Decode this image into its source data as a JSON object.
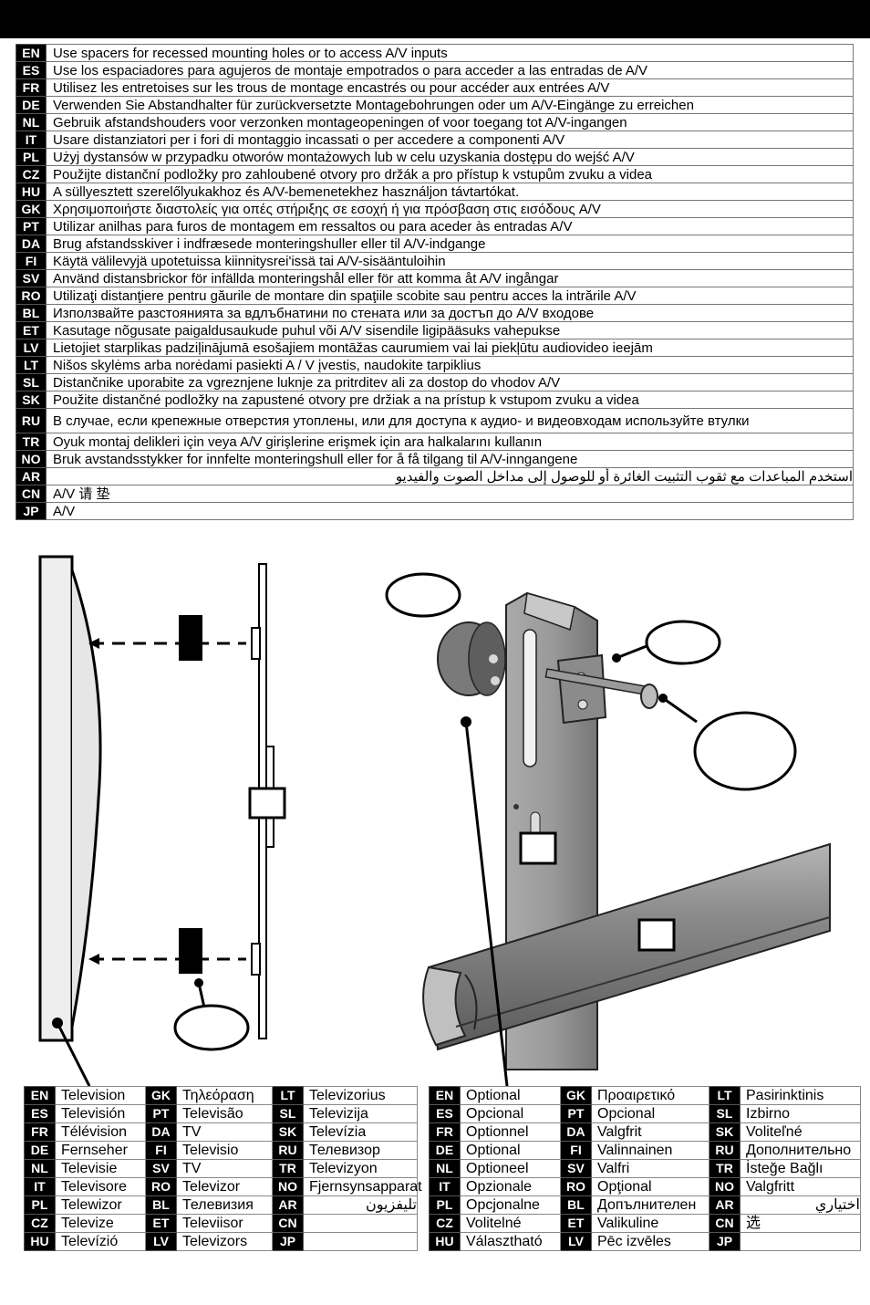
{
  "instructions": [
    {
      "code": "EN",
      "text": "Use spacers for recessed mounting holes or to access A/V inputs"
    },
    {
      "code": "ES",
      "text": "Use los espaciadores para agujeros de montaje empotrados o para acceder a las entradas de A/V"
    },
    {
      "code": "FR",
      "text": "Utilisez les entretoises sur les trous de montage encastrés ou pour accéder aux entrées A/V"
    },
    {
      "code": "DE",
      "text": "Verwenden Sie Abstandhalter für zurückversetzte Montagebohrungen oder um A/V-Eingänge zu erreichen"
    },
    {
      "code": "NL",
      "text": "Gebruik afstandshouders voor verzonken montageopeningen of voor toegang tot A/V-ingangen"
    },
    {
      "code": "IT",
      "text": "Usare distanziatori per i fori di montaggio incassati o per accedere a componenti A/V"
    },
    {
      "code": "PL",
      "text": "Użyj dystansów w przypadku otworów montażowych lub w celu uzyskania dostępu do wejść A/V"
    },
    {
      "code": "CZ",
      "text": "Použijte distanční podložky pro zahloubené otvory pro držák a pro přístup k vstupům zvuku a videa"
    },
    {
      "code": "HU",
      "text": "A süllyesztett szerelőlyukakhoz és A/V-bemenetekhez használjon távtartókat."
    },
    {
      "code": "GK",
      "text": "Χρησιμοποιήστε διαστολείς για οπές στήριξης σε εσοχή ή για πρόσβαση στις εισόδους A/V"
    },
    {
      "code": "PT",
      "text": "Utilizar anilhas para furos de montagem em ressaltos ou para aceder às entradas A/V"
    },
    {
      "code": "DA",
      "text": "Brug afstandsskiver i indfræsede monteringshuller eller til A/V-indgange"
    },
    {
      "code": "FI",
      "text": "Käytä välilevyjä upotetuissa kiinnitysrei'issä tai A/V-sisääntuloihin"
    },
    {
      "code": "SV",
      "text": "Använd distansbrickor för infällda monteringshål eller för att komma åt A/V ingångar"
    },
    {
      "code": "RO",
      "text": "Utilizaţi distanţiere pentru găurile de montare din spaţiile scobite sau pentru acces la intrările A/V"
    },
    {
      "code": "BL",
      "text": "Използвайте разстоянията за вдлъбнатини по стената или за достъп до A/V входове"
    },
    {
      "code": "ET",
      "text": "Kasutage nõgusate paigaldusaukude puhul või A/V sisendile ligipääsuks vahepukse"
    },
    {
      "code": "LV",
      "text": "Lietojiet starplikas padziļinājumā esošajiem montāžas caurumiem vai lai piekļūtu audiovideo ieejām"
    },
    {
      "code": "LT",
      "text": "Nišos skylėms arba norėdami pasiekti A / V įvestis, naudokite tarpiklius"
    },
    {
      "code": "SL",
      "text": "Distančnike uporabite za vgreznjene luknje za pritrditev ali za dostop do vhodov A/V"
    },
    {
      "code": "SK",
      "text": "Použite distančné podložky na zapustené otvory pre držiak a na prístup k vstupom zvuku a videa"
    },
    {
      "code": "RU",
      "text": "В случае, если крепежные отверстия утоплены, или для доступа к аудио- и видеовходам используйте втулки"
    },
    {
      "code": "TR",
      "text": "Oyuk montaj delikleri için veya A/V girişlerine erişmek için ara halkalarını kullanın"
    },
    {
      "code": "NO",
      "text": "Bruk avstandsstykker for innfelte monteringshull eller for å få tilgang til A/V-inngangene"
    },
    {
      "code": "AR",
      "text": "استخدم المباعدات مع ثقوب التثبيت الغائرة أو للوصول إلى مداخل الصوت والفيديو"
    },
    {
      "code": "CN",
      "text": "A/V          请      垫"
    },
    {
      "code": "JP",
      "text": "A/V"
    }
  ],
  "television_terms": [
    [
      {
        "code": "EN",
        "text": "Television"
      },
      {
        "code": "GK",
        "text": "Τηλεόραση"
      },
      {
        "code": "LT",
        "text": "Televizorius"
      }
    ],
    [
      {
        "code": "ES",
        "text": "Televisión"
      },
      {
        "code": "PT",
        "text": "Televisão"
      },
      {
        "code": "SL",
        "text": "Televizija"
      }
    ],
    [
      {
        "code": "FR",
        "text": "Télévision"
      },
      {
        "code": "DA",
        "text": "TV"
      },
      {
        "code": "SK",
        "text": "Televízia"
      }
    ],
    [
      {
        "code": "DE",
        "text": "Fernseher"
      },
      {
        "code": "FI",
        "text": "Televisio"
      },
      {
        "code": "RU",
        "text": "Телевизор"
      }
    ],
    [
      {
        "code": "NL",
        "text": "Televisie"
      },
      {
        "code": "SV",
        "text": "TV"
      },
      {
        "code": "TR",
        "text": "Televizyon"
      }
    ],
    [
      {
        "code": "IT",
        "text": "Televisore"
      },
      {
        "code": "RO",
        "text": "Televizor"
      },
      {
        "code": "NO",
        "text": "Fjernsynsapparat"
      }
    ],
    [
      {
        "code": "PL",
        "text": "Telewizor"
      },
      {
        "code": "BL",
        "text": "Телевизия"
      },
      {
        "code": "AR",
        "text": "تليفزيون"
      }
    ],
    [
      {
        "code": "CZ",
        "text": "Televize"
      },
      {
        "code": "ET",
        "text": "Televiisor"
      },
      {
        "code": "CN",
        "text": ""
      }
    ],
    [
      {
        "code": "HU",
        "text": "Televízió"
      },
      {
        "code": "LV",
        "text": "Televizors"
      },
      {
        "code": "JP",
        "text": ""
      }
    ]
  ],
  "optional_terms": [
    [
      {
        "code": "EN",
        "text": "Optional"
      },
      {
        "code": "GK",
        "text": "Προαιρετικό"
      },
      {
        "code": "LT",
        "text": "Pasirinktinis"
      }
    ],
    [
      {
        "code": "ES",
        "text": "Opcional"
      },
      {
        "code": "PT",
        "text": "Opcional"
      },
      {
        "code": "SL",
        "text": "Izbirno"
      }
    ],
    [
      {
        "code": "FR",
        "text": "Optionnel"
      },
      {
        "code": "DA",
        "text": "Valgfrit"
      },
      {
        "code": "SK",
        "text": "Voliteľné"
      }
    ],
    [
      {
        "code": "DE",
        "text": "Optional"
      },
      {
        "code": "FI",
        "text": "Valinnainen"
      },
      {
        "code": "RU",
        "text": "Дополнительно"
      }
    ],
    [
      {
        "code": "NL",
        "text": "Optioneel"
      },
      {
        "code": "SV",
        "text": "Valfri"
      },
      {
        "code": "TR",
        "text": "İsteğe Bağlı"
      }
    ],
    [
      {
        "code": "IT",
        "text": "Opzionale"
      },
      {
        "code": "RO",
        "text": "Opţional"
      },
      {
        "code": "NO",
        "text": "Valgfritt"
      }
    ],
    [
      {
        "code": "PL",
        "text": "Opcjonalne"
      },
      {
        "code": "BL",
        "text": "Допълнителен"
      },
      {
        "code": "AR",
        "text": "اختياري"
      }
    ],
    [
      {
        "code": "CZ",
        "text": "Volitelné"
      },
      {
        "code": "ET",
        "text": "Valikuline"
      },
      {
        "code": "CN",
        "text": "选"
      }
    ],
    [
      {
        "code": "HU",
        "text": "Választható"
      },
      {
        "code": "LV",
        "text": "Pēc izvēles"
      },
      {
        "code": "JP",
        "text": ""
      }
    ]
  ]
}
